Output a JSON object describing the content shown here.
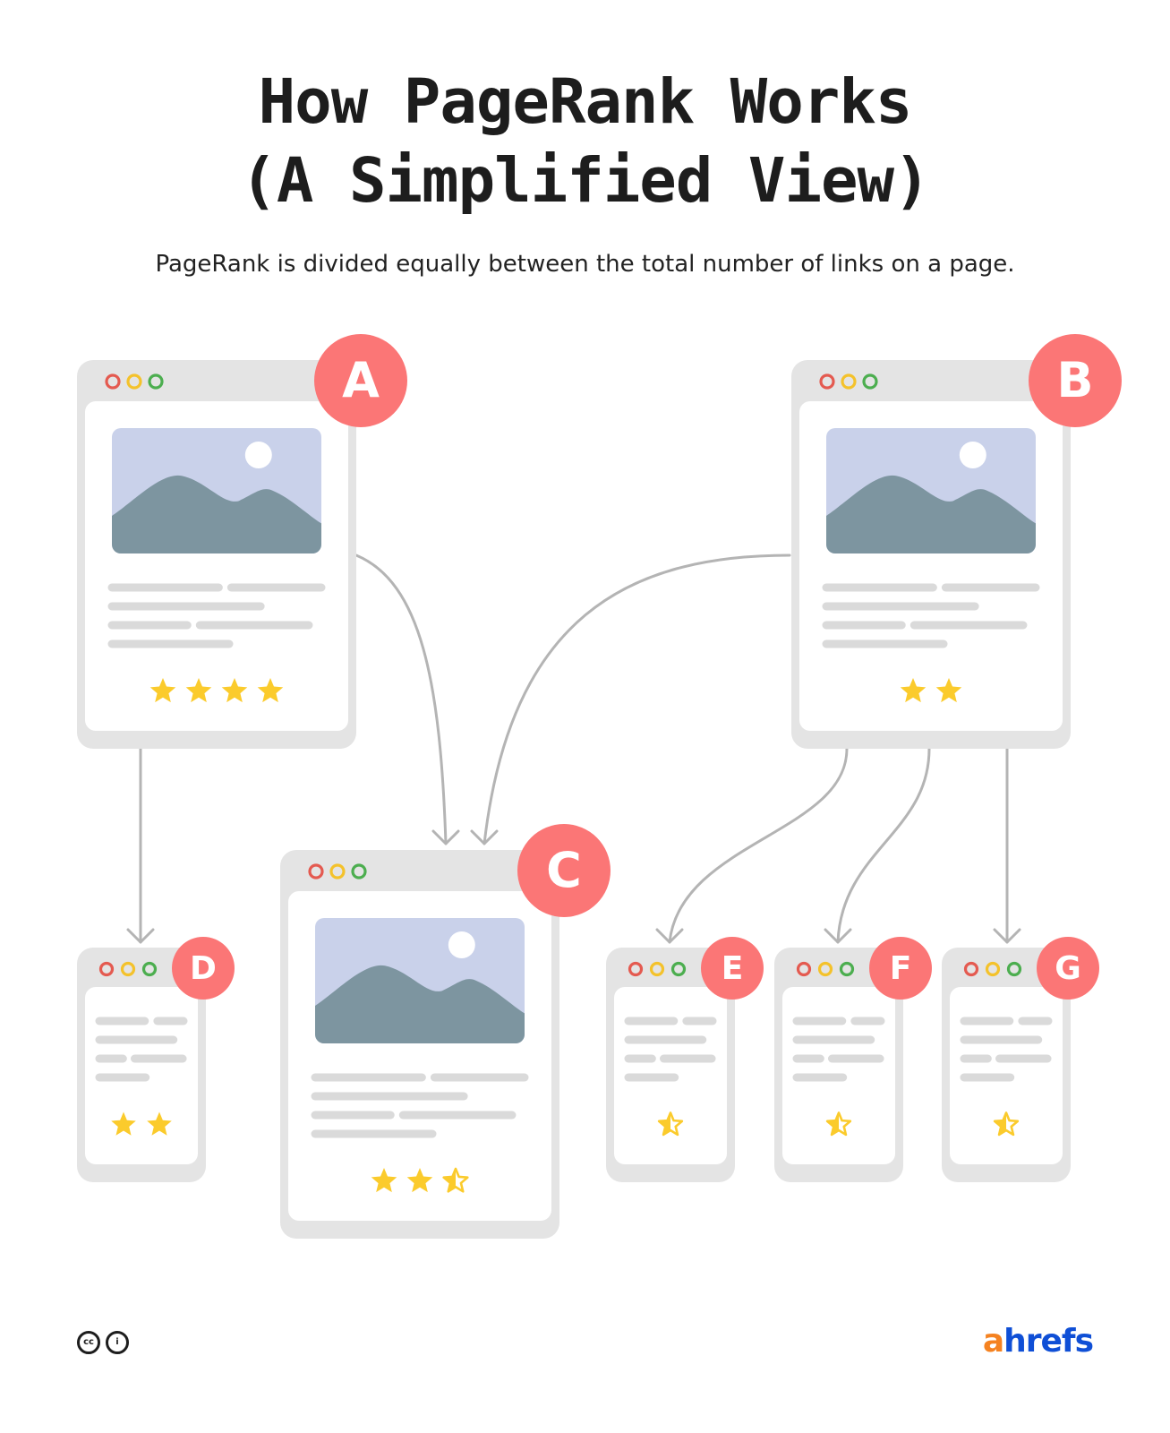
{
  "title": {
    "line1": "How PageRank Works",
    "line2": "(A Simplified View)"
  },
  "subtitle": "PageRank is divided equally between the total number of links on a page.",
  "colors": {
    "badge": "#fb7676",
    "frame": "#e4e4e4",
    "star": "#fbcb2c",
    "image_bg": "#c9d1ea",
    "mountain": "#7d95a0",
    "arrow": "#b4b4b4",
    "dot_red": "#e45a50",
    "dot_yellow": "#f4c22b",
    "dot_green": "#4cae4f"
  },
  "pages": [
    {
      "id": "A",
      "label": "A",
      "size": "large",
      "rating": 4
    },
    {
      "id": "B",
      "label": "B",
      "size": "large",
      "rating": 2
    },
    {
      "id": "C",
      "label": "C",
      "size": "large",
      "rating": 2.5
    },
    {
      "id": "D",
      "label": "D",
      "size": "small",
      "rating": 2
    },
    {
      "id": "E",
      "label": "E",
      "size": "small",
      "rating": 0.5
    },
    {
      "id": "F",
      "label": "F",
      "size": "small",
      "rating": 0.5
    },
    {
      "id": "G",
      "label": "G",
      "size": "small",
      "rating": 0.5
    }
  ],
  "links": [
    {
      "from": "A",
      "to": "C"
    },
    {
      "from": "A",
      "to": "D"
    },
    {
      "from": "B",
      "to": "C"
    },
    {
      "from": "B",
      "to": "E"
    },
    {
      "from": "B",
      "to": "F"
    },
    {
      "from": "B",
      "to": "G"
    }
  ],
  "license_icons": [
    "cc-icon",
    "attribution-icon"
  ],
  "license_glyphs": [
    "cc",
    "i"
  ],
  "logo": {
    "accent": "a",
    "rest": "hrefs"
  }
}
